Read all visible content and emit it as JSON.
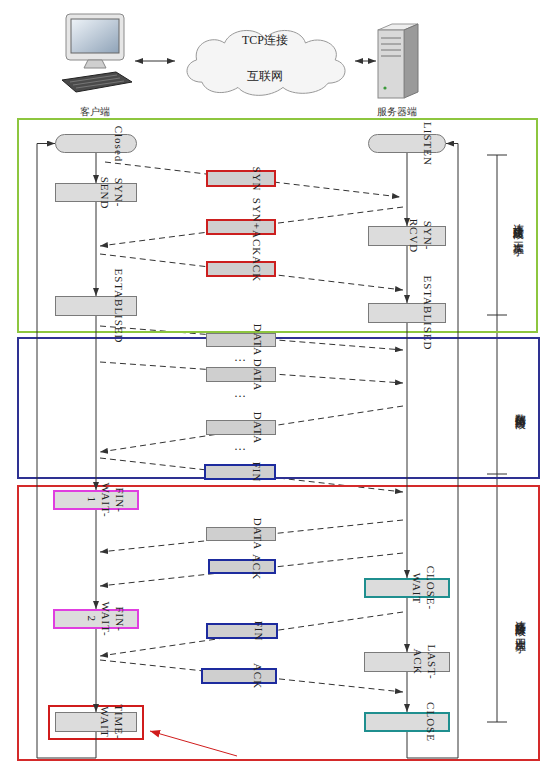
{
  "diagram": {
    "nodes": [
      {
        "text": [
          "客户端"
        ]
      },
      {
        "text": [
          "TCP连接",
          "互联网"
        ]
      },
      {
        "text": [
          "服务器端"
        ]
      },
      {
        "text": [
          "连接建立阶段：三次握手"
        ]
      },
      {
        "text": [
          "Closed"
        ],
        "in": 3
      },
      {
        "text": [
          "LISTEN"
        ],
        "in": 3
      },
      {
        "text": [
          "SYN"
        ],
        "in": 3
      },
      {
        "text": [
          "SYN-SEND"
        ],
        "in": 3
      },
      {
        "text": [
          "SYN+ACK"
        ],
        "in": 3
      },
      {
        "text": [
          "SYN-RCVD"
        ],
        "in": 3
      },
      {
        "text": [
          "ACK"
        ],
        "in": 3
      },
      {
        "text": [
          "ESTABLISED"
        ],
        "in": 3
      },
      {
        "text": [
          "ESTABLISED"
        ],
        "in": 3
      },
      {
        "text": [
          "数据传输阶段"
        ]
      },
      {
        "text": [
          "DATA"
        ],
        "in": 13
      },
      {
        "text": [
          "DATA"
        ],
        "in": 13
      },
      {
        "text": [
          "DATA"
        ],
        "in": 13
      },
      {
        "text": [
          "FIN"
        ],
        "in": 13
      },
      {
        "text": [
          "连接释放阶段：四次握手"
        ]
      },
      {
        "text": [
          "FIN-WAIT-1"
        ],
        "in": 18
      },
      {
        "text": [
          "DATA"
        ],
        "in": 18
      },
      {
        "text": [
          "ACK"
        ],
        "in": 18
      },
      {
        "text": [
          "CLOSE-WAIT"
        ],
        "in": 18
      },
      {
        "text": [
          "FIN-WAIT-2"
        ],
        "in": 18
      },
      {
        "text": [
          "FIN"
        ],
        "in": 18
      },
      {
        "text": [
          "LAST-ACK"
        ],
        "in": 18
      },
      {
        "text": [
          "ACK"
        ],
        "in": 18
      },
      {
        "text": [
          "TIME-WAIT"
        ],
        "in": 18
      },
      {
        "text": [
          "CLOSE"
        ],
        "in": 18
      }
    ],
    "edges": [
      {
        "from": 0,
        "to": 1,
        "arrow": "both"
      },
      {
        "from": 1,
        "to": 2,
        "arrow": "both"
      },
      {
        "from": 4,
        "to": 7,
        "arrow": "to"
      },
      {
        "from": 7,
        "to": 11,
        "arrow": "to"
      },
      {
        "from": 11,
        "to": 19,
        "arrow": "to"
      },
      {
        "from": 19,
        "to": 23,
        "arrow": "to"
      },
      {
        "from": 23,
        "to": 27,
        "arrow": "to"
      },
      {
        "from": 27,
        "to": 4,
        "arrow": "to"
      },
      {
        "from": 5,
        "to": 9,
        "arrow": "to"
      },
      {
        "from": 9,
        "to": 12,
        "arrow": "to"
      },
      {
        "from": 12,
        "to": 22,
        "arrow": "to"
      },
      {
        "from": 22,
        "to": 25,
        "arrow": "to"
      },
      {
        "from": 25,
        "to": 28,
        "arrow": "to"
      },
      {
        "from": 28,
        "to": 5,
        "arrow": "to"
      }
    ],
    "labels": [
      "…",
      "…",
      "…"
    ]
  }
}
